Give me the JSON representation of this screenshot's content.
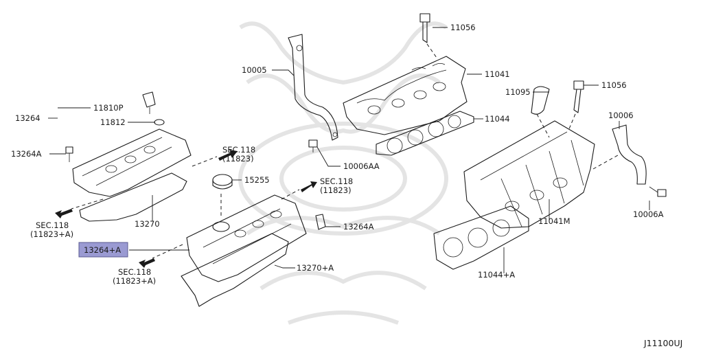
{
  "diagram_code": "J11100UJ",
  "highlight_color": "#9a9ad2",
  "labels": {
    "p11056_top": "11056",
    "p10005": "10005",
    "p11041": "11041",
    "p11095": "11095",
    "p11056_right": "11056",
    "p11044": "11044",
    "p10006": "10006",
    "p10006aa": "10006AA",
    "p11041m": "11041M",
    "p10006a": "10006A",
    "p11044a": "11044+A",
    "p11810p": "11810P",
    "p13264": "13264",
    "p11812": "11812",
    "p13264a_left": "13264A",
    "sec_118_top_l1": "SEC.118",
    "sec_118_top_l2": "(11823)",
    "p15255": "15255",
    "sec_118_mid_l1": "SEC.118",
    "sec_118_mid_l2": "(11823)",
    "sec_118_left_l1": "SEC.118",
    "sec_118_left_l2": "(11823+A)",
    "p13270": "13270",
    "p13264a_mid": "13264A",
    "p13264a_selected": "13264+A",
    "p13270a": "13270+A",
    "sec_118_bottom_l1": "SEC.118",
    "sec_118_bottom_l2": "(11823+A)"
  }
}
